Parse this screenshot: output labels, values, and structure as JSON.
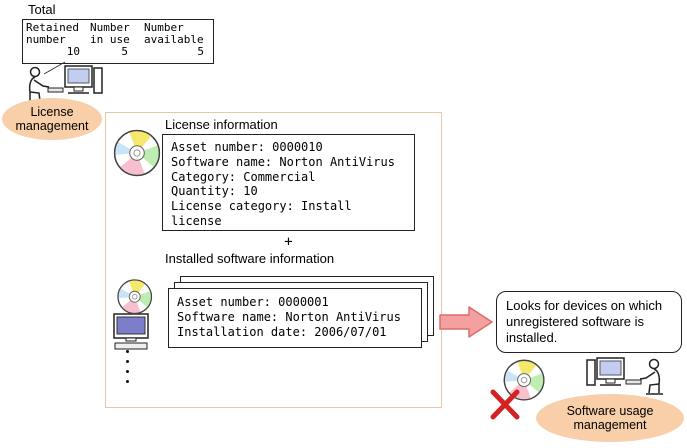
{
  "colors": {
    "ellipse_fill": "#f8cfa8",
    "container_border": "#e9c9a4",
    "arrow_fill": "#f2a0a0",
    "arrow_stroke": "#e06a6a",
    "screen_purple": "#7d7dcb",
    "cross_red": "#d42222",
    "box_border": "#222222"
  },
  "total": {
    "title": "Total",
    "columns": [
      {
        "header": "Retained\nnumber",
        "value": "10"
      },
      {
        "header": "Number\nin use",
        "value": "5"
      },
      {
        "header": "Number\navailable",
        "value": "5"
      }
    ]
  },
  "license_management": {
    "label": "License\nmanagement"
  },
  "license_info": {
    "heading": "License information",
    "lines": [
      "Asset number: 0000010",
      "Software name: Norton AntiVirus",
      "Category: Commercial",
      "Quantity: 10",
      "License category: Install",
      "license"
    ]
  },
  "plus_sign": "+",
  "installed_info": {
    "heading": "Installed software information",
    "lines": [
      "Asset number: 0000001",
      "Software name: Norton AntiVirus",
      "Installation date: 2006/07/01"
    ]
  },
  "callout": {
    "text": "Looks for devices on which unregistered software is installed."
  },
  "software_usage_management": {
    "label": "Software usage\nmanagement"
  },
  "icons": {
    "cd-disc-icon": "multicolor-disc",
    "person-at-computer-icon": "person-with-monitor-and-tower",
    "cd-on-computer-icon": "disc-above-purple-monitor-keyboard",
    "crossed-out-cd-icon": "disc-with-red-x",
    "flow-arrow-icon": "thick-right-arrow",
    "vertical-ellipsis-icon": "stacked-dots",
    "connector-line-icon": "diagonal-callout-line"
  }
}
